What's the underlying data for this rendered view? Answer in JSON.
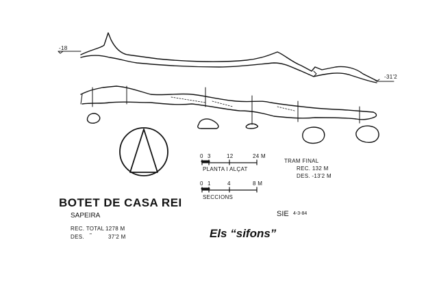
{
  "title": "BOTET DE CASA REI",
  "locality": "SAPEIRA",
  "stats": {
    "rec_label": "REC. TOTAL",
    "rec_value": "1278 M",
    "des_label": "DES.",
    "des_ditto": "\"",
    "des_value": "37'2 M"
  },
  "depth_left": "-18",
  "depth_right": "-31'2",
  "scale_planta": {
    "ticks": [
      "0",
      "3",
      "12",
      "24 M"
    ],
    "label": "PLANTA  I  ALÇAT"
  },
  "scale_seccions": {
    "ticks": [
      "0",
      "1",
      "4",
      "8 M"
    ],
    "label": "SECCIONS"
  },
  "tram_final": {
    "label": "TRAM  FINAL",
    "rec": "REC. 132 M",
    "des": "DES.  -13'2 M"
  },
  "signature": {
    "org": "SIE",
    "date": "4-3-84"
  },
  "caption": "Els “sifons”",
  "colors": {
    "ink": "#111111",
    "paper": "#ffffff"
  }
}
